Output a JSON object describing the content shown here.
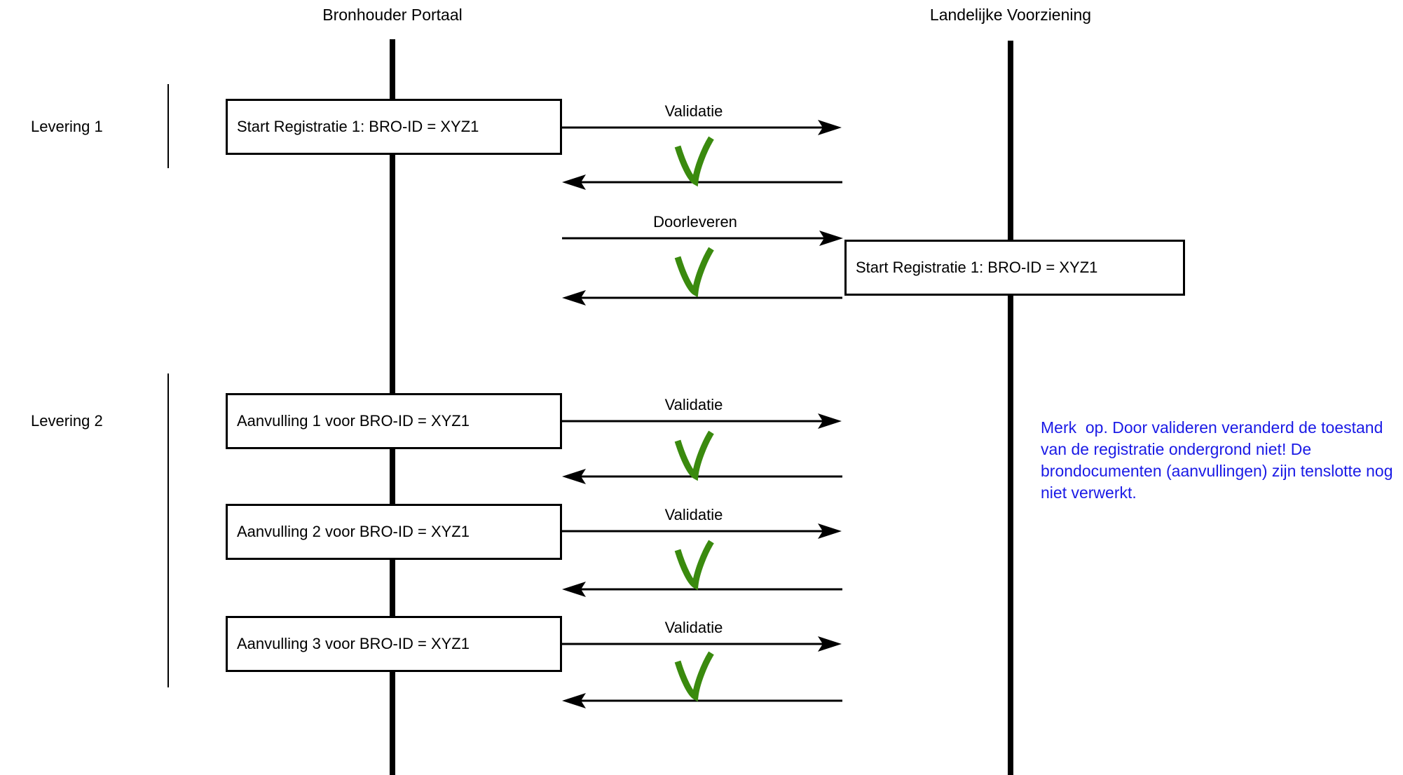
{
  "diagram_title": "BRO leveringen sequence diagram",
  "lifelines": {
    "left": {
      "label": "Bronhouder Portaal"
    },
    "right": {
      "label": "Landelijke Voorziening"
    }
  },
  "groups": {
    "levering1": {
      "label": "Levering 1"
    },
    "levering2": {
      "label": "Levering 2"
    }
  },
  "boxes": {
    "start_bronhouder": {
      "text": "Start Registratie 1: BRO-ID = XYZ1"
    },
    "start_lv": {
      "text": "Start Registratie 1: BRO-ID = XYZ1"
    },
    "aanvulling1": {
      "text": "Aanvulling 1 voor BRO-ID = XYZ1"
    },
    "aanvulling2": {
      "text": "Aanvulling 2 voor BRO-ID = XYZ1"
    },
    "aanvulling3": {
      "text": "Aanvulling 3 voor BRO-ID = XYZ1"
    }
  },
  "messages": {
    "validatie": "Validatie",
    "doorleveren": "Doorleveren"
  },
  "note": {
    "text": "Merk  op. Door valideren veranderd de toestand van de registratie ondergrond niet! De brondocumenten (aanvullingen) zijn tenslotte nog niet verwerkt.",
    "color": "#1A1AE6"
  },
  "icons": {
    "check": "green-checkmark"
  },
  "colors": {
    "line": "#000000",
    "check_green": "#3A8A0E",
    "note_blue": "#1A1AE6",
    "background": "#FFFFFF"
  }
}
